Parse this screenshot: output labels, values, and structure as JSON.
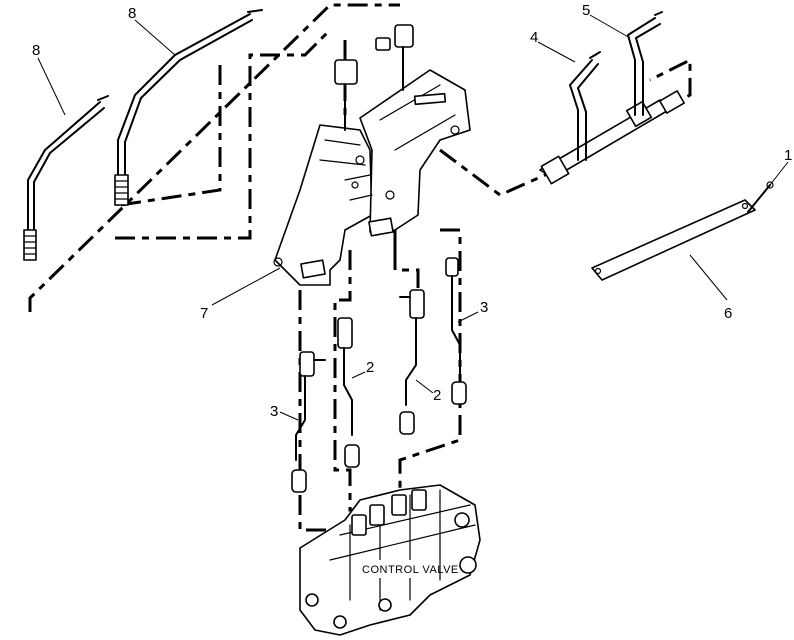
{
  "callouts": {
    "c1": "1",
    "c2a": "2",
    "c2b": "2",
    "c3a": "3",
    "c3b": "3",
    "c4": "4",
    "c5": "5",
    "c6": "6",
    "c7": "7",
    "c8a": "8",
    "c8b": "8"
  },
  "valve_label": "CONTROL VALVE"
}
